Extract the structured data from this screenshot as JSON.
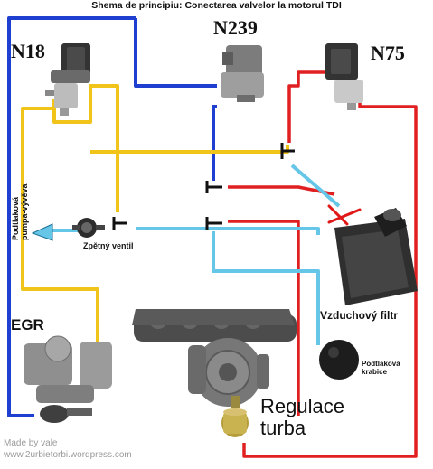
{
  "title": "Shema de principiu: Conectarea valvelor la motorul TDI",
  "labels": {
    "n18": "N18",
    "n239": "N239",
    "n75": "N75",
    "egr": "EGR",
    "pump_line1": "Podtlaková",
    "pump_line2": "pumpa-vývěva",
    "check_valve": "Zpětný ventil",
    "air_filter": "Vzduchový filtr",
    "vacuum_box_line1": "Podtlaková",
    "vacuum_box_line2": "krabice",
    "turbo_line1": "Regulace",
    "turbo_line2": "turba"
  },
  "credits": {
    "line1": "Made by vale",
    "line2": "www.2urbietorbi.wordpress.com"
  },
  "colors": {
    "blue_hose": "#1f3fd0",
    "yellow_hose": "#f0c419",
    "red_hose": "#e02020",
    "lightblue_hose": "#66c6e8",
    "cross_mark": "#e01818"
  }
}
